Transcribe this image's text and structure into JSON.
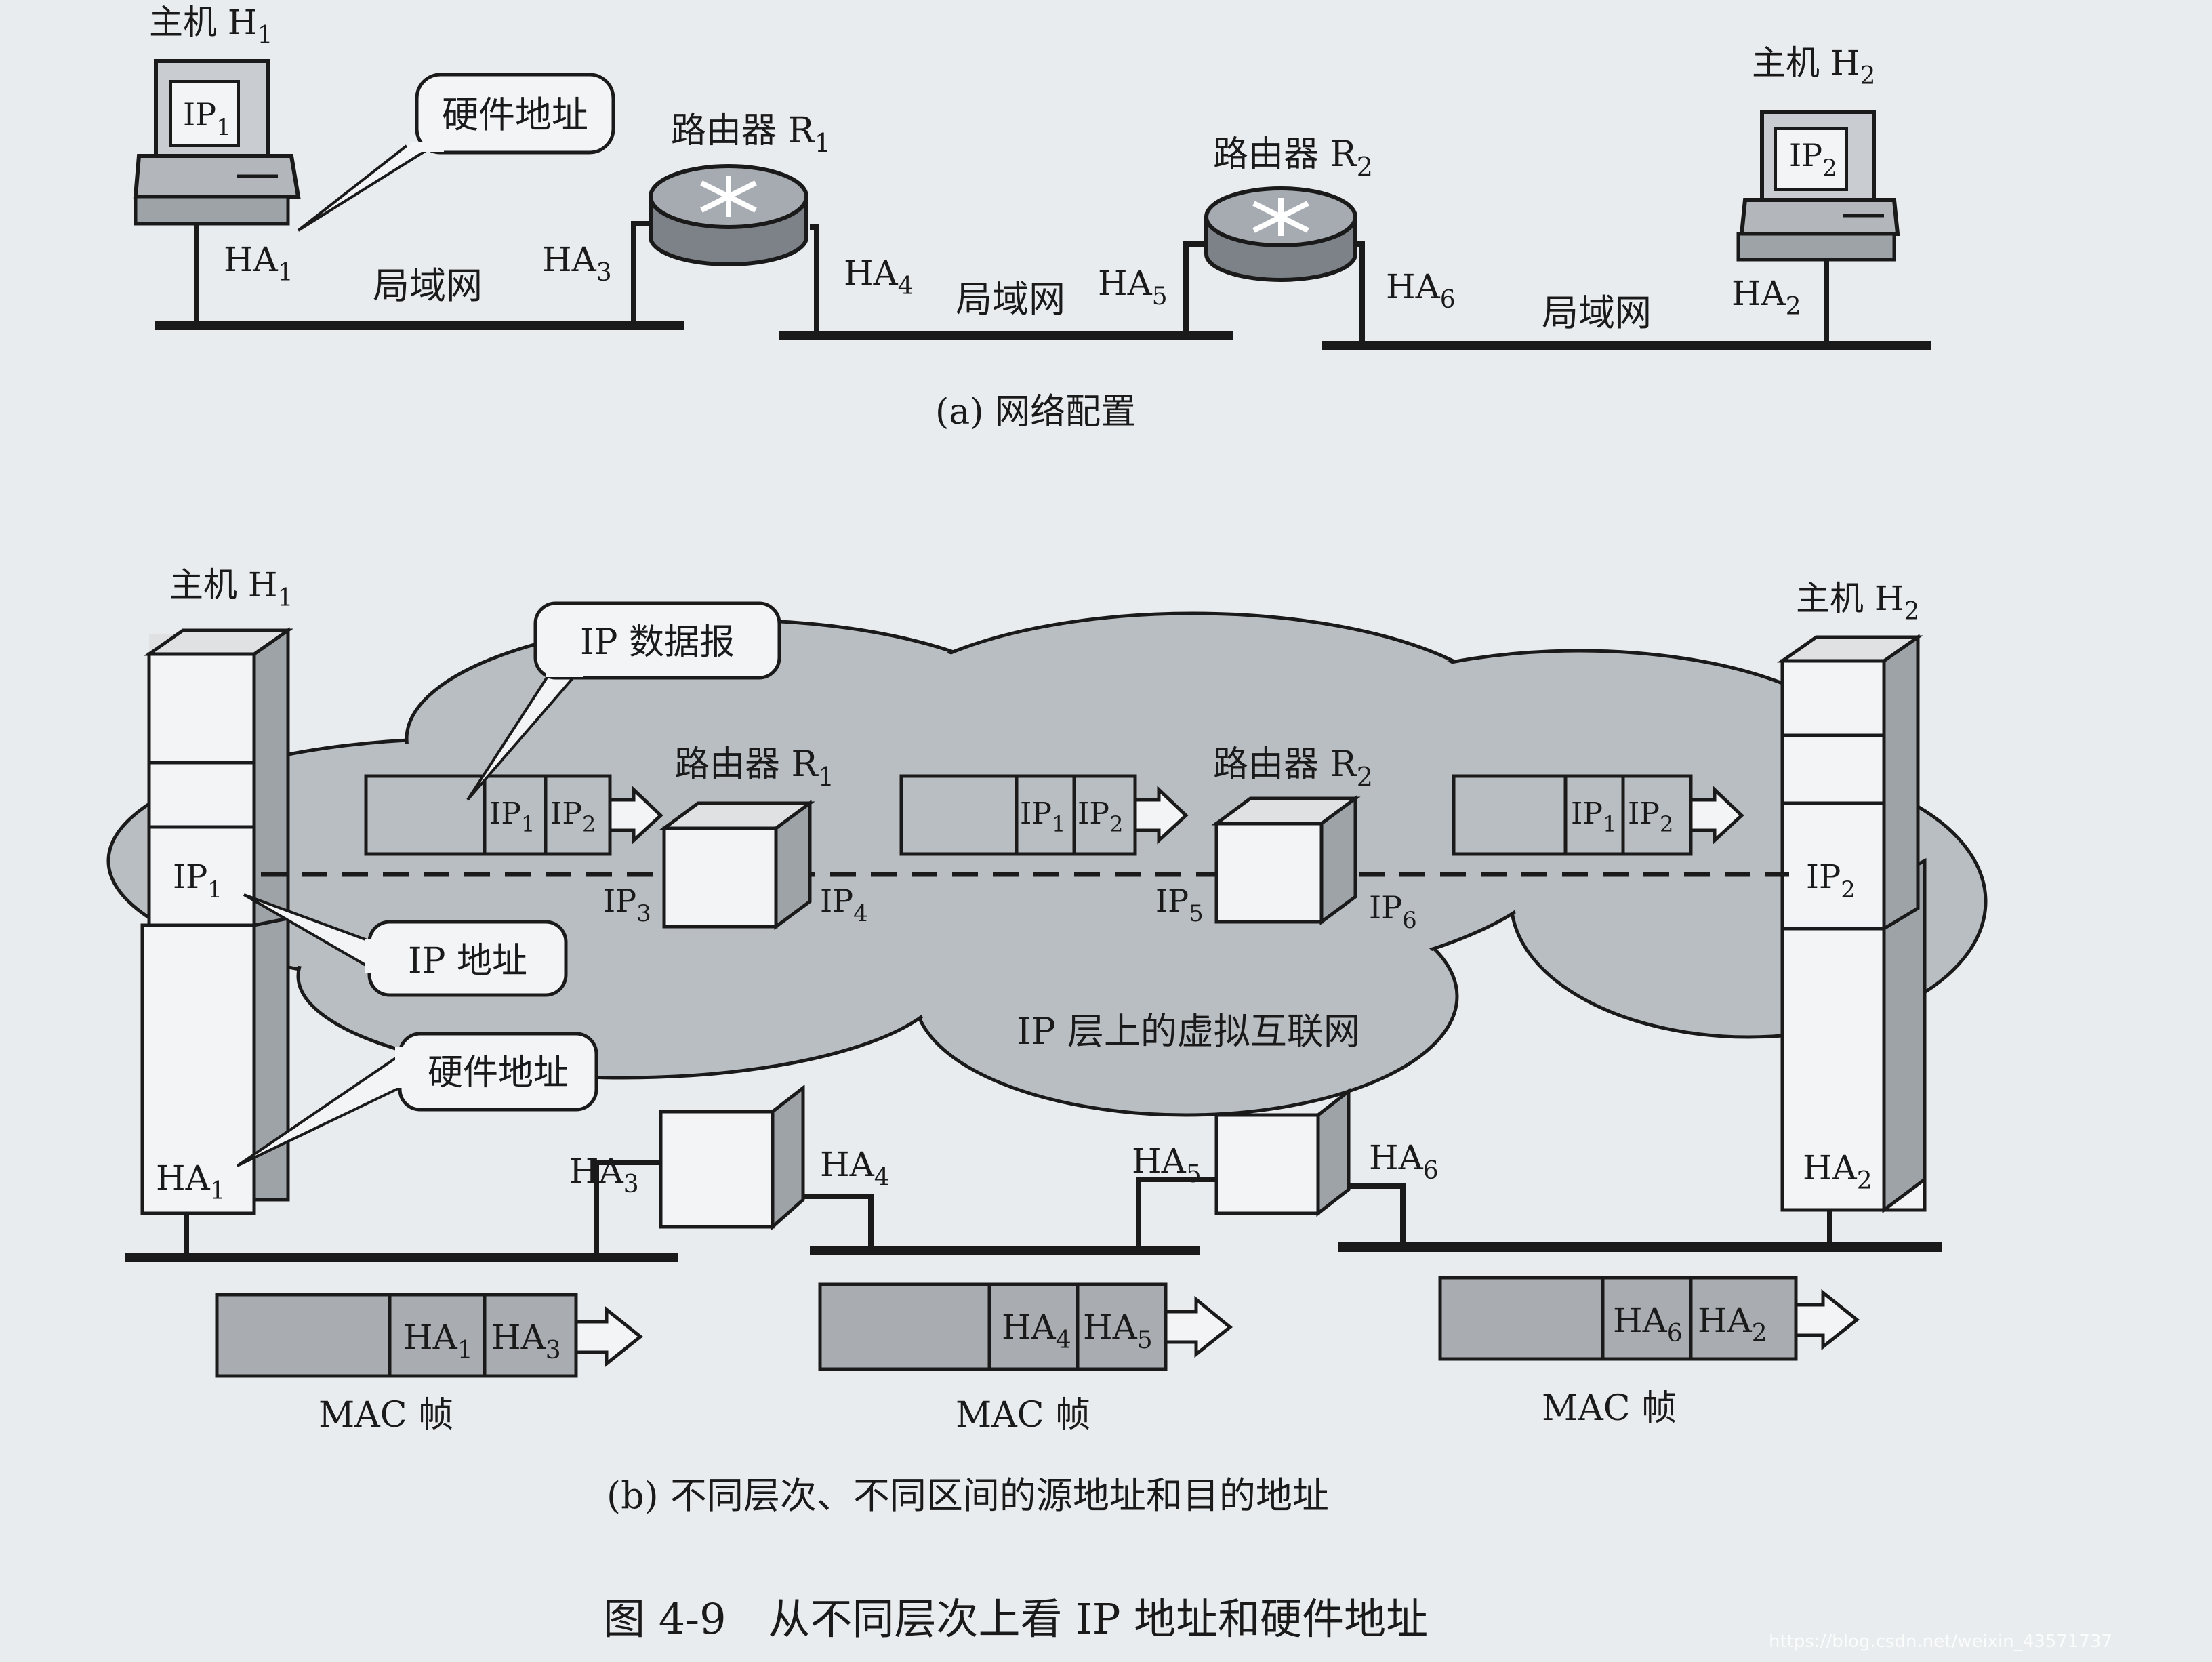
{
  "part_a": {
    "host1": {
      "title": "主机 H",
      "sub": "1",
      "ip": "IP",
      "ip_sub": "1",
      "ha": "HA",
      "ha_sub": "1"
    },
    "host2": {
      "title": "主机 H",
      "sub": "2",
      "ip": "IP",
      "ip_sub": "2",
      "ha": "HA",
      "ha_sub": "2"
    },
    "router1": {
      "title": "路由器 R",
      "sub": "1",
      "ha_left": "HA",
      "ha_left_sub": "3",
      "ha_right": "HA",
      "ha_right_sub": "4"
    },
    "router2": {
      "title": "路由器 R",
      "sub": "2",
      "ha_left": "HA",
      "ha_left_sub": "5",
      "ha_right": "HA",
      "ha_right_sub": "6"
    },
    "callout_hw": "硬件地址",
    "lan_label": "局域网",
    "caption": "(a) 网络配置"
  },
  "part_b": {
    "host1": {
      "title": "主机 H",
      "sub": "1",
      "ip": "IP",
      "ip_sub": "1",
      "ha": "HA",
      "ha_sub": "1"
    },
    "host2": {
      "title": "主机 H",
      "sub": "2",
      "ip": "IP",
      "ip_sub": "2",
      "ha": "HA",
      "ha_sub": "2"
    },
    "router1": {
      "title": "路由器 R",
      "sub": "1",
      "ip_left": "IP",
      "ip_left_sub": "3",
      "ip_right": "IP",
      "ip_right_sub": "4",
      "ha_left": "HA",
      "ha_left_sub": "3",
      "ha_right": "HA",
      "ha_right_sub": "4"
    },
    "router2": {
      "title": "路由器 R",
      "sub": "2",
      "ip_left": "IP",
      "ip_left_sub": "5",
      "ip_right": "IP",
      "ip_right_sub": "6",
      "ha_left": "HA",
      "ha_left_sub": "5",
      "ha_right": "HA",
      "ha_right_sub": "6"
    },
    "callout_datagram": "IP 数据报",
    "callout_ip": "IP 地址",
    "callout_hw": "硬件地址",
    "cloud_label": "IP 层上的虚拟互联网",
    "packet": {
      "src": "IP",
      "src_sub": "1",
      "dst": "IP",
      "dst_sub": "2"
    },
    "frames": [
      {
        "src": "HA",
        "src_sub": "1",
        "dst": "HA",
        "dst_sub": "3",
        "label": "MAC 帧"
      },
      {
        "src": "HA",
        "src_sub": "4",
        "dst": "HA",
        "dst_sub": "5",
        "label": "MAC 帧"
      },
      {
        "src": "HA",
        "src_sub": "6",
        "dst": "HA",
        "dst_sub": "2",
        "label": "MAC 帧"
      }
    ],
    "caption": "(b) 不同层次、不同区间的源地址和目的地址"
  },
  "figure_caption": "图 4-9　从不同层次上看 IP 地址和硬件地址",
  "watermark": "https://blog.csdn.net/weixin_43571737",
  "colors": {
    "paper": "#e9ecef",
    "cloud": "#b9bec3",
    "box": "#f3f4f5",
    "shade": "#9ea3a8",
    "frame": "#a9adb1",
    "ink": "#1a1a1a"
  }
}
